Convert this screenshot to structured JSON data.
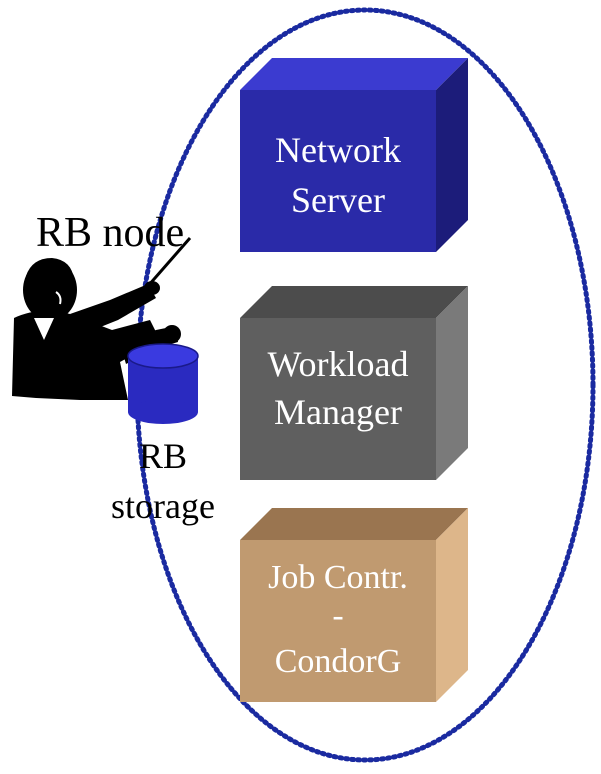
{
  "labels": {
    "rb_node": "RB node",
    "rb_storage_line1": "RB",
    "rb_storage_line2": "storage"
  },
  "boxes": [
    {
      "id": "network-server",
      "line1": "Network",
      "line2": "Server",
      "line3": "",
      "face": "#2a2aa8",
      "top": "#3b3bd0",
      "side": "#1c1c7a",
      "text_color": "#ffffff"
    },
    {
      "id": "workload-manager",
      "line1": "Workload",
      "line2": "Manager",
      "line3": "",
      "face": "#5f5f5f",
      "top": "#4c4c4c",
      "side": "#7a7a7a",
      "text_color": "#ffffff"
    },
    {
      "id": "job-controller",
      "line1": "Job Contr.",
      "line2": "-",
      "line3": "CondorG",
      "face": "#c09a70",
      "top": "#9a7550",
      "side": "#ddb68a",
      "text_color": "#ffffff"
    }
  ],
  "colors": {
    "ellipse_stroke": "#1a2aa0",
    "storage_body": "#2a2ac0",
    "storage_top": "#3a3ae0",
    "silhouette": "#000000"
  },
  "icons": {
    "person": "conductor-silhouette-icon",
    "storage": "database-cylinder-icon"
  }
}
